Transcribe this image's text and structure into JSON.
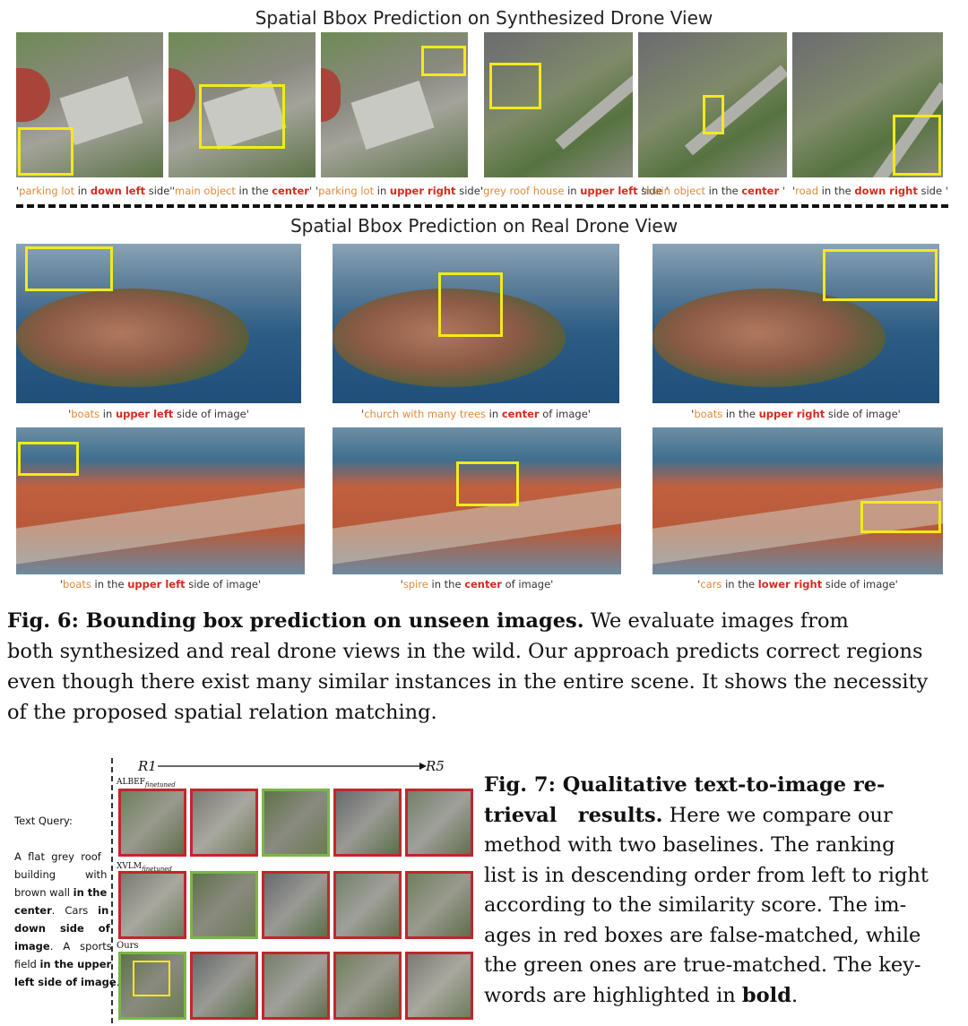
{
  "synth": {
    "title": "Spatial Bbox Prediction on Synthesized Drone View",
    "captions": [
      {
        "pre": "'",
        "o": "parking lot",
        "mid": "  in  ",
        "r": "down left",
        "post": " side'"
      },
      {
        "pre": "'",
        "o": "main object",
        "mid": " in the ",
        "r": "center",
        "post": "'"
      },
      {
        "pre": "'",
        "o": "parking lot",
        "mid": " in ",
        "r": "upper right",
        "post": " side'"
      },
      {
        "pre": "'",
        "o": "grey roof house",
        "mid": " in ",
        "r": "upper left",
        "post": " side '"
      },
      {
        "pre": "'",
        "o": "main object",
        "mid": " in the ",
        "r": "center",
        "post": " '"
      },
      {
        "pre": "'",
        "o": "road",
        "mid": " in the ",
        "r": "down right",
        "post": " side '"
      }
    ]
  },
  "real": {
    "title": "Spatial Bbox Prediction on Real Drone View",
    "captions": [
      {
        "pre": "'",
        "o": "boats",
        "mid": " in ",
        "r": "upper left",
        "post": " side of image'"
      },
      {
        "pre": "'",
        "o": "church with many trees",
        "mid": " in ",
        "r": "center",
        "post": " of image'"
      },
      {
        "pre": "'",
        "o": "boats",
        "mid": " in the ",
        "r": "upper right",
        "post": " side of image'"
      },
      {
        "pre": "'",
        "o": "boats",
        "mid": " in the ",
        "r": "upper left",
        "post": " side of image'"
      },
      {
        "pre": "'",
        "o": "spire",
        "mid": " in the ",
        "r": "center",
        "post": " of image'"
      },
      {
        "pre": "'",
        "o": "cars",
        "mid": " in the ",
        "r": "lower right",
        "post": " side of image'"
      }
    ]
  },
  "fig6": {
    "label": "Fig. 6: Bounding box prediction on unseen images.",
    "line1": " We evaluate images from",
    "line2": "both synthesized and real drone views in the wild. Our approach predicts correct regions",
    "line3": "even though there exist many similar instances in the entire scene. It shows the necessity",
    "line4": "of the proposed spatial relation matching."
  },
  "fig7": {
    "r1": "R1",
    "r5": "R5",
    "rows": [
      "ALBEF",
      "XVLM",
      "Ours"
    ],
    "row_sub": [
      "finetuned",
      "finetuned",
      ""
    ],
    "query_label": "Text Query:",
    "query_lines": [
      {
        "t": "A  flat  grey  roof",
        "b": ""
      },
      {
        "t": "building         with",
        "b": ""
      },
      {
        "t": "brown wall ",
        "b": "in the"
      },
      {
        "t": "",
        "b": "center",
        "t2": ".   Cars   ",
        "b2": "in"
      },
      {
        "t": "",
        "b": "down    side    of"
      },
      {
        "t": "",
        "b": "image",
        "t2": ".   A   sports"
      },
      {
        "t": "field ",
        "b": "in the upper"
      },
      {
        "t": "",
        "b": "left side of image",
        "t2": "."
      }
    ],
    "caption_lines": [
      {
        "b": "Fig. 7: Qualitative text-to-image re-",
        "t": ""
      },
      {
        "b": "trieval   results.",
        "t": " Here we compare our"
      },
      {
        "b": "",
        "t": "method with two baselines. The ranking"
      },
      {
        "b": "",
        "t": "list is in descending order from left to right"
      },
      {
        "b": "",
        "t": "according to the similarity score. The im-"
      },
      {
        "b": "",
        "t": "ages in red boxes are false-matched, while"
      },
      {
        "b": "",
        "t": "the green ones are true-matched. The key-"
      },
      {
        "b": "bold",
        "t": "words are highlighted in ",
        "after": "."
      }
    ],
    "grid_colors": [
      [
        "red",
        "red",
        "green",
        "red",
        "red"
      ],
      [
        "red",
        "green",
        "red",
        "red",
        "red"
      ],
      [
        "green",
        "red",
        "red",
        "red",
        "red"
      ]
    ]
  },
  "colors": {
    "bbox": "#f2ea1b",
    "orange": "#e08a3a",
    "red": "#d62a1e",
    "false_match": "#c0272d",
    "true_match": "#7ab648"
  }
}
